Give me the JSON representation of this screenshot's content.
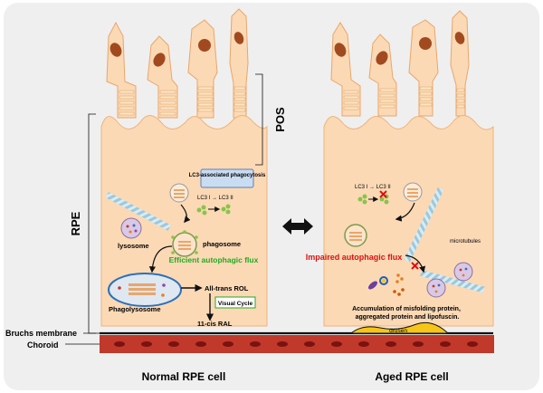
{
  "labels": {
    "pos": "POS",
    "rpe": "RPE",
    "bruchs_membrane": "Bruchs membrane",
    "choroid": "Choroid",
    "normal_cell": "Normal RPE cell",
    "aged_cell": "Aged RPE cell",
    "lc3_associated": "LC3-associated phagocytosis",
    "lc3_left": "LC3 I → LC3 II",
    "lysosome": "lysosome",
    "phagosome": "phagosome",
    "efficient_flux": "Efficient autophagic flux",
    "phagolysosome": "Phagolysosome",
    "all_trans_rol": "All-trans ROL",
    "visual_cycle": "Visual Cycle",
    "eleven_cis_ral": "11-cis RAL",
    "lc3_right": "LC3 I → LC3 II",
    "microtubules": "microtubules",
    "impaired_flux": "Impaired autophagic flux",
    "accumulation": "Accumulation of misfolding protein, aggregated protein and lipofuscin.",
    "drusen": "drusen"
  },
  "colors": {
    "panel_bg": "#efefef",
    "cell_fill": "#fbd9b5",
    "cell_stroke": "#f0b27a",
    "disc": "#f8e7c7",
    "nucleus_fill": "#a24a1f",
    "efficient_green": "#22aa22",
    "impaired_red": "#dd1111",
    "choroid_red": "#c0392b",
    "drusen_yellow": "#f5c518",
    "microtubule_blue": "#9cc8dc"
  },
  "icons": [
    "double-arrow-icon",
    "block-x-icon",
    "lysosome-icon",
    "phagosome-icon",
    "microtubule-icon"
  ]
}
